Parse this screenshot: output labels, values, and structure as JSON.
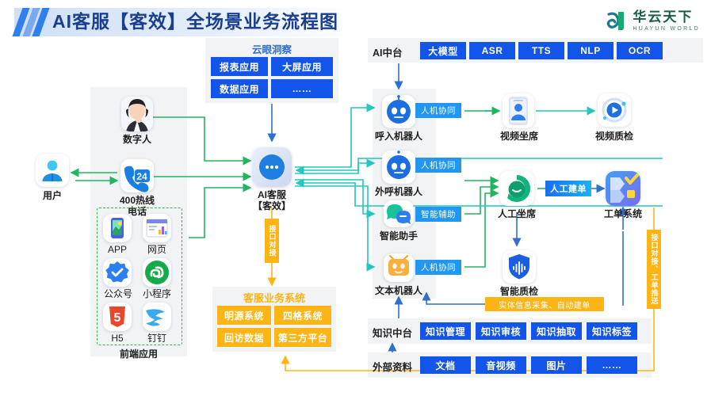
{
  "header": {
    "title": "AI客服【客效】全场景业务流程图",
    "brand_cn": "华云天下",
    "brand_en": "HUAYUN WORLD"
  },
  "ai_platform": {
    "label": "AI中台",
    "items": [
      "大模型",
      "ASR",
      "TTS",
      "NLP",
      "OCR"
    ]
  },
  "cloud_insight": {
    "title": "云眼洞察",
    "items": [
      "报表应用",
      "大屏应用",
      "数据应用",
      "……"
    ]
  },
  "left": {
    "user": "用户",
    "digital_human": "数字人",
    "hotline_l1": "400热线",
    "hotline_l2": "电话",
    "apps": [
      "APP",
      "网页",
      "公众号",
      "小程序",
      "H5",
      "钉钉"
    ],
    "group_label": "前端应用"
  },
  "core": {
    "label_l1": "AI客服",
    "label_l2": "【客效】",
    "ribbon": "接口对接"
  },
  "service_system": {
    "title": "客服业务系统",
    "items": [
      "明源系统",
      "四格系统",
      "回访数据",
      "第三方平台"
    ]
  },
  "bots": [
    {
      "name": "呼入机器人",
      "tag": "人机协同"
    },
    {
      "name": "外呼机器人",
      "tag": "人机协同"
    },
    {
      "name": "智能助手",
      "tag": "智能辅助"
    },
    {
      "name": "文本机器人",
      "tag": "人机协同"
    }
  ],
  "right": {
    "video_agent": "视频坐席",
    "video_qc": "视频质检",
    "human_agent": "人工坐席",
    "manual_ticket": "人工建单",
    "ticket_system": "工单系统",
    "smart_qc": "智能质检",
    "entity_note": "实体信息采集、自动建单",
    "ribbon": "接口对接、工单推送"
  },
  "knowledge": {
    "label": "知识中台",
    "items": [
      "知识管理",
      "知识审核",
      "知识抽取",
      "知识标签"
    ]
  },
  "external": {
    "label": "外部资料",
    "items": [
      "文档",
      "音视频",
      "图片",
      "……"
    ]
  },
  "colors": {
    "blue": "#1355e9",
    "orange": "#fcb515",
    "green": "#21b560",
    "cyan": "#22c7c0",
    "panel": "#f2f3f5"
  }
}
